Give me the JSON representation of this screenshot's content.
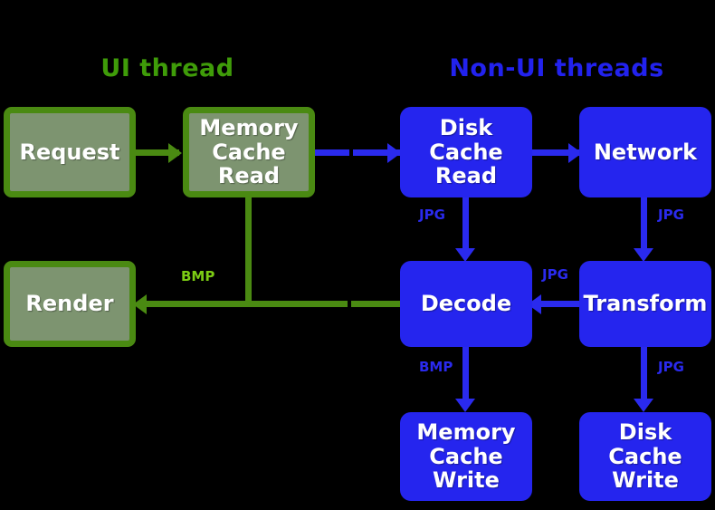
{
  "diagram": {
    "title_ui": "UI thread",
    "title_nonui": "Non-UI threads",
    "colors": {
      "background": "#000000",
      "green_fill": "#7d9470",
      "green_border": "#4a8a12",
      "blue_fill": "#2525ee",
      "green_label": "#7ccc14",
      "blue_label": "#2a2aee",
      "node_text": "#ffffff"
    },
    "nodes": [
      {
        "id": "request",
        "label": "Request",
        "group": "ui",
        "style": "green"
      },
      {
        "id": "memory-cache-read",
        "label": "Memory\nCache\nRead",
        "group": "ui",
        "style": "green"
      },
      {
        "id": "render",
        "label": "Render",
        "group": "ui",
        "style": "green"
      },
      {
        "id": "disk-cache-read",
        "label": "Disk\nCache\nRead",
        "group": "non-ui",
        "style": "blue"
      },
      {
        "id": "network",
        "label": "Network",
        "group": "non-ui",
        "style": "blue"
      },
      {
        "id": "decode",
        "label": "Decode",
        "group": "non-ui",
        "style": "blue"
      },
      {
        "id": "transform",
        "label": "Transform",
        "group": "non-ui",
        "style": "blue"
      },
      {
        "id": "memory-cache-write",
        "label": "Memory\nCache\nWrite",
        "group": "non-ui",
        "style": "blue"
      },
      {
        "id": "disk-cache-write",
        "label": "Disk\nCache\nWrite",
        "group": "non-ui",
        "style": "blue"
      }
    ],
    "edges": [
      {
        "from": "request",
        "to": "memory-cache-read",
        "label": "",
        "color": "green"
      },
      {
        "from": "memory-cache-read",
        "to": "disk-cache-read",
        "label": "",
        "color": "blue"
      },
      {
        "from": "disk-cache-read",
        "to": "network",
        "label": "",
        "color": "blue"
      },
      {
        "from": "disk-cache-read",
        "to": "decode",
        "label": "JPG",
        "color": "blue"
      },
      {
        "from": "network",
        "to": "transform",
        "label": "JPG",
        "color": "blue"
      },
      {
        "from": "transform",
        "to": "decode",
        "label": "JPG",
        "color": "blue"
      },
      {
        "from": "transform",
        "to": "disk-cache-write",
        "label": "JPG",
        "color": "blue"
      },
      {
        "from": "decode",
        "to": "memory-cache-write",
        "label": "BMP",
        "color": "blue"
      },
      {
        "from": "decode",
        "to": "render",
        "label": "BMP",
        "color": "green"
      },
      {
        "from": "memory-cache-read",
        "to": "render",
        "label": "BMP",
        "color": "green"
      }
    ],
    "edge_labels": {
      "disk_to_decode": "JPG",
      "network_to_transform": "JPG",
      "transform_to_decode": "JPG",
      "transform_to_diskwrite": "JPG",
      "decode_to_memwrite": "BMP",
      "to_render": "BMP"
    }
  }
}
